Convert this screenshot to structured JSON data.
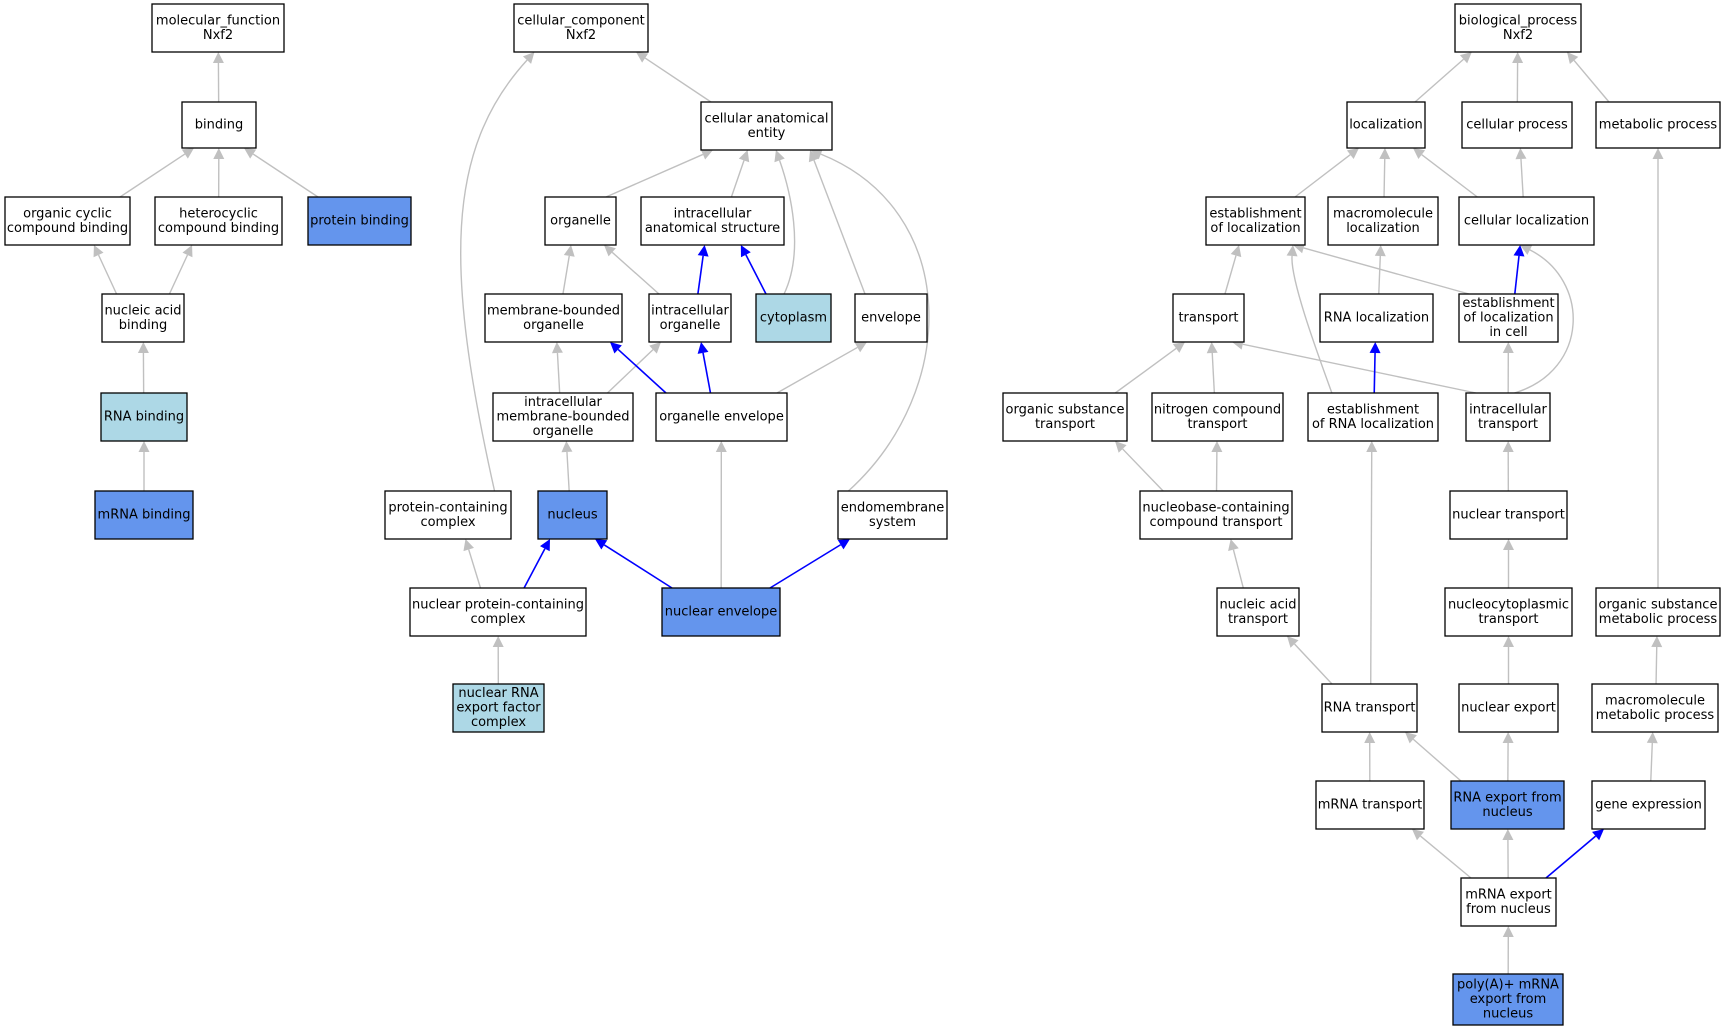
{
  "colors": {
    "white": "#ffffff",
    "light": "#add8e6",
    "dark": "#6495ed",
    "gray_edge": "#c0c0c0",
    "blue_edge": "#0000ff"
  },
  "nodes": [
    {
      "id": "mf",
      "lines": [
        "molecular_function",
        "Nxf2"
      ],
      "fill": "white"
    },
    {
      "id": "binding",
      "lines": [
        "binding"
      ],
      "fill": "white"
    },
    {
      "id": "ocb",
      "lines": [
        "organic cyclic",
        "compound binding"
      ],
      "fill": "white"
    },
    {
      "id": "hcb",
      "lines": [
        "heterocyclic",
        "compound binding"
      ],
      "fill": "white"
    },
    {
      "id": "protbind",
      "lines": [
        "protein binding"
      ],
      "fill": "dark"
    },
    {
      "id": "nab",
      "lines": [
        "nucleic acid",
        "binding"
      ],
      "fill": "white"
    },
    {
      "id": "rnab",
      "lines": [
        "RNA binding"
      ],
      "fill": "light"
    },
    {
      "id": "mrnab",
      "lines": [
        "mRNA binding"
      ],
      "fill": "dark"
    },
    {
      "id": "cc",
      "lines": [
        "cellular_component",
        "Nxf2"
      ],
      "fill": "white"
    },
    {
      "id": "cae",
      "lines": [
        "cellular anatomical",
        "entity"
      ],
      "fill": "white"
    },
    {
      "id": "organelle",
      "lines": [
        "organelle"
      ],
      "fill": "white"
    },
    {
      "id": "ias",
      "lines": [
        "intracellular",
        "anatomical structure"
      ],
      "fill": "white"
    },
    {
      "id": "mbo",
      "lines": [
        "membrane-bounded",
        "organelle"
      ],
      "fill": "white"
    },
    {
      "id": "io",
      "lines": [
        "intracellular",
        "organelle"
      ],
      "fill": "white"
    },
    {
      "id": "cytoplasm",
      "lines": [
        "cytoplasm"
      ],
      "fill": "light"
    },
    {
      "id": "envelope",
      "lines": [
        "envelope"
      ],
      "fill": "white"
    },
    {
      "id": "imbo",
      "lines": [
        "intracellular",
        "membrane-bounded",
        "organelle"
      ],
      "fill": "white"
    },
    {
      "id": "oenv",
      "lines": [
        "organelle envelope"
      ],
      "fill": "white"
    },
    {
      "id": "pcc",
      "lines": [
        "protein-containing",
        "complex"
      ],
      "fill": "white"
    },
    {
      "id": "nucleus",
      "lines": [
        "nucleus"
      ],
      "fill": "dark"
    },
    {
      "id": "endo",
      "lines": [
        "endomembrane",
        "system"
      ],
      "fill": "white"
    },
    {
      "id": "npcc",
      "lines": [
        "nuclear protein-containing",
        "complex"
      ],
      "fill": "white"
    },
    {
      "id": "nenv",
      "lines": [
        "nuclear envelope"
      ],
      "fill": "dark"
    },
    {
      "id": "nrefc",
      "lines": [
        "nuclear RNA",
        "export factor",
        "complex"
      ],
      "fill": "light"
    },
    {
      "id": "bp",
      "lines": [
        "biological_process",
        "Nxf2"
      ],
      "fill": "white"
    },
    {
      "id": "loc",
      "lines": [
        "localization"
      ],
      "fill": "white"
    },
    {
      "id": "cp",
      "lines": [
        "cellular process"
      ],
      "fill": "white"
    },
    {
      "id": "mp",
      "lines": [
        "metabolic process"
      ],
      "fill": "white"
    },
    {
      "id": "eol",
      "lines": [
        "establishment",
        "of localization"
      ],
      "fill": "white"
    },
    {
      "id": "mloc",
      "lines": [
        "macromolecule",
        "localization"
      ],
      "fill": "white"
    },
    {
      "id": "cloc",
      "lines": [
        "cellular localization"
      ],
      "fill": "white"
    },
    {
      "id": "transport",
      "lines": [
        "transport"
      ],
      "fill": "white"
    },
    {
      "id": "rnaloc",
      "lines": [
        "RNA localization"
      ],
      "fill": "white"
    },
    {
      "id": "eolc",
      "lines": [
        "establishment",
        "of localization",
        "in cell"
      ],
      "fill": "white"
    },
    {
      "id": "ost",
      "lines": [
        "organic substance",
        "transport"
      ],
      "fill": "white"
    },
    {
      "id": "nct",
      "lines": [
        "nitrogen compound",
        "transport"
      ],
      "fill": "white"
    },
    {
      "id": "erl",
      "lines": [
        "establishment",
        "of RNA localization"
      ],
      "fill": "white"
    },
    {
      "id": "ict",
      "lines": [
        "intracellular",
        "transport"
      ],
      "fill": "white"
    },
    {
      "id": "nbct",
      "lines": [
        "nucleobase-containing",
        "compound transport"
      ],
      "fill": "white"
    },
    {
      "id": "ntr",
      "lines": [
        "nuclear transport"
      ],
      "fill": "white"
    },
    {
      "id": "nat",
      "lines": [
        "nucleic acid",
        "transport"
      ],
      "fill": "white"
    },
    {
      "id": "ncpt",
      "lines": [
        "nucleocytoplasmic",
        "transport"
      ],
      "fill": "white"
    },
    {
      "id": "osmp",
      "lines": [
        "organic substance",
        "metabolic process"
      ],
      "fill": "white"
    },
    {
      "id": "rnat",
      "lines": [
        "RNA transport"
      ],
      "fill": "white"
    },
    {
      "id": "nexp",
      "lines": [
        "nuclear export"
      ],
      "fill": "white"
    },
    {
      "id": "mmp",
      "lines": [
        "macromolecule",
        "metabolic process"
      ],
      "fill": "white"
    },
    {
      "id": "mrnat",
      "lines": [
        "mRNA transport"
      ],
      "fill": "white"
    },
    {
      "id": "refn",
      "lines": [
        "RNA export from",
        "nucleus"
      ],
      "fill": "dark"
    },
    {
      "id": "gexp",
      "lines": [
        "gene expression"
      ],
      "fill": "white"
    },
    {
      "id": "mefn",
      "lines": [
        "mRNA export",
        "from nucleus"
      ],
      "fill": "white"
    },
    {
      "id": "polya",
      "lines": [
        "poly(A)+ mRNA",
        "export from",
        "nucleus"
      ],
      "fill": "dark"
    }
  ],
  "edges": [
    {
      "from": "binding",
      "to": "mf",
      "color": "gray"
    },
    {
      "from": "ocb",
      "to": "binding",
      "color": "gray"
    },
    {
      "from": "hcb",
      "to": "binding",
      "color": "gray"
    },
    {
      "from": "protbind",
      "to": "binding",
      "color": "gray"
    },
    {
      "from": "nab",
      "to": "ocb",
      "color": "gray"
    },
    {
      "from": "nab",
      "to": "hcb",
      "color": "gray"
    },
    {
      "from": "rnab",
      "to": "nab",
      "color": "gray"
    },
    {
      "from": "mrnab",
      "to": "rnab",
      "color": "gray"
    },
    {
      "from": "cae",
      "to": "cc",
      "color": "gray"
    },
    {
      "from": "pcc",
      "to": "cc",
      "color": "gray"
    },
    {
      "from": "organelle",
      "to": "cae",
      "color": "gray"
    },
    {
      "from": "ias",
      "to": "cae",
      "color": "gray"
    },
    {
      "from": "cytoplasm",
      "to": "cae",
      "color": "gray"
    },
    {
      "from": "envelope",
      "to": "cae",
      "color": "gray"
    },
    {
      "from": "endo",
      "to": "cae",
      "color": "gray"
    },
    {
      "from": "mbo",
      "to": "organelle",
      "color": "gray"
    },
    {
      "from": "io",
      "to": "organelle",
      "color": "gray"
    },
    {
      "from": "io",
      "to": "ias",
      "color": "blue"
    },
    {
      "from": "cytoplasm",
      "to": "ias",
      "color": "blue"
    },
    {
      "from": "imbo",
      "to": "mbo",
      "color": "gray"
    },
    {
      "from": "imbo",
      "to": "io",
      "color": "gray"
    },
    {
      "from": "oenv",
      "to": "mbo",
      "color": "blue"
    },
    {
      "from": "oenv",
      "to": "io",
      "color": "blue"
    },
    {
      "from": "oenv",
      "to": "envelope",
      "color": "gray"
    },
    {
      "from": "nucleus",
      "to": "imbo",
      "color": "gray"
    },
    {
      "from": "npcc",
      "to": "pcc",
      "color": "gray"
    },
    {
      "from": "npcc",
      "to": "nucleus",
      "color": "blue"
    },
    {
      "from": "nenv",
      "to": "nucleus",
      "color": "blue"
    },
    {
      "from": "nenv",
      "to": "oenv",
      "color": "gray"
    },
    {
      "from": "nenv",
      "to": "endo",
      "color": "blue"
    },
    {
      "from": "nrefc",
      "to": "npcc",
      "color": "gray"
    },
    {
      "from": "loc",
      "to": "bp",
      "color": "gray"
    },
    {
      "from": "cp",
      "to": "bp",
      "color": "gray"
    },
    {
      "from": "mp",
      "to": "bp",
      "color": "gray"
    },
    {
      "from": "eol",
      "to": "loc",
      "color": "gray"
    },
    {
      "from": "mloc",
      "to": "loc",
      "color": "gray"
    },
    {
      "from": "cloc",
      "to": "loc",
      "color": "gray"
    },
    {
      "from": "cloc",
      "to": "cp",
      "color": "gray"
    },
    {
      "from": "transport",
      "to": "eol",
      "color": "gray"
    },
    {
      "from": "eolc",
      "to": "eol",
      "color": "gray"
    },
    {
      "from": "erl",
      "to": "eol",
      "color": "gray"
    },
    {
      "from": "rnaloc",
      "to": "mloc",
      "color": "gray"
    },
    {
      "from": "eolc",
      "to": "cloc",
      "color": "blue"
    },
    {
      "from": "ict",
      "to": "cloc",
      "color": "gray"
    },
    {
      "from": "ost",
      "to": "transport",
      "color": "gray"
    },
    {
      "from": "nct",
      "to": "transport",
      "color": "gray"
    },
    {
      "from": "ict",
      "to": "transport",
      "color": "gray"
    },
    {
      "from": "erl",
      "to": "rnaloc",
      "color": "blue"
    },
    {
      "from": "ict",
      "to": "eolc",
      "color": "gray"
    },
    {
      "from": "nbct",
      "to": "ost",
      "color": "gray"
    },
    {
      "from": "nbct",
      "to": "nct",
      "color": "gray"
    },
    {
      "from": "nat",
      "to": "nbct",
      "color": "gray"
    },
    {
      "from": "ntr",
      "to": "ict",
      "color": "gray"
    },
    {
      "from": "ncpt",
      "to": "ntr",
      "color": "gray"
    },
    {
      "from": "osmp",
      "to": "mp",
      "color": "gray"
    },
    {
      "from": "rnat",
      "to": "nat",
      "color": "gray"
    },
    {
      "from": "rnat",
      "to": "erl",
      "color": "gray"
    },
    {
      "from": "nexp",
      "to": "ncpt",
      "color": "gray"
    },
    {
      "from": "mmp",
      "to": "osmp",
      "color": "gray"
    },
    {
      "from": "mrnat",
      "to": "rnat",
      "color": "gray"
    },
    {
      "from": "refn",
      "to": "rnat",
      "color": "gray"
    },
    {
      "from": "refn",
      "to": "nexp",
      "color": "gray"
    },
    {
      "from": "gexp",
      "to": "mmp",
      "color": "gray"
    },
    {
      "from": "mefn",
      "to": "mrnat",
      "color": "gray"
    },
    {
      "from": "mefn",
      "to": "refn",
      "color": "gray"
    },
    {
      "from": "mefn",
      "to": "gexp",
      "color": "blue"
    },
    {
      "from": "polya",
      "to": "mefn",
      "color": "gray"
    }
  ]
}
